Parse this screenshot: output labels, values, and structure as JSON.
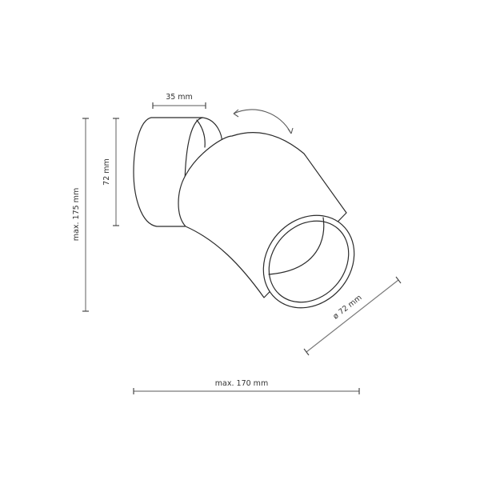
{
  "diagram": {
    "subject": "adjustable-spotlight-wall-lamp",
    "dimensions": {
      "base_width": "35 mm",
      "base_height": "72 mm",
      "total_height": "max. 175 mm",
      "total_depth": "max. 170 mm",
      "shade_diameter": "ø 72 mm"
    },
    "annotations": {
      "rotation_arrow": "double-headed-curved-arrow"
    },
    "colors": {
      "line": "#2b2b2b",
      "dimension_line": "#7a7a7a",
      "background": "#ffffff"
    }
  }
}
